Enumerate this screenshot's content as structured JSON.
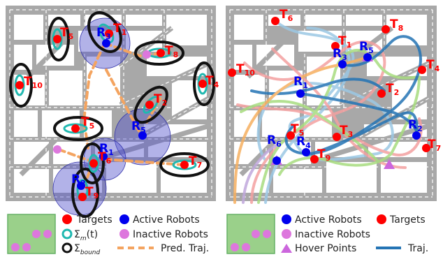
{
  "left_panel": {
    "targets": [
      {
        "id": "T",
        "sub": "5"
      },
      {
        "id": "T",
        "sub": "1"
      },
      {
        "id": "T",
        "sub": "8"
      },
      {
        "id": "T",
        "sub": "10"
      },
      {
        "id": "T",
        "sub": "4"
      },
      {
        "id": "T",
        "sub": "2"
      },
      {
        "id": "T",
        "sub": "5"
      },
      {
        "id": "T",
        "sub": "6"
      },
      {
        "id": "T",
        "sub": "7"
      },
      {
        "id": "T",
        "sub": "9"
      }
    ],
    "robots": [
      {
        "id": "R",
        "sub": "3"
      },
      {
        "id": "R",
        "sub": "5"
      },
      {
        "id": "R",
        "sub": "1"
      },
      {
        "id": "R",
        "sub": "2"
      }
    ],
    "legend": {
      "targets": "Targets",
      "active_robots": "Active Robots",
      "sigma_m": "Σ",
      "sigma_m_sub": "m",
      "sigma_m_arg": "(t)",
      "inactive_robots": "Inactive Robots",
      "sigma_bound": "Σ",
      "sigma_bound_sub": "bound",
      "pred_traj": "Pred. Traj."
    }
  },
  "right_panel": {
    "targets": [
      {
        "id": "T",
        "sub": "6"
      },
      {
        "id": "T",
        "sub": "8"
      },
      {
        "id": "T",
        "sub": "1"
      },
      {
        "id": "T",
        "sub": "10"
      },
      {
        "id": "T",
        "sub": "4"
      },
      {
        "id": "T",
        "sub": "2"
      },
      {
        "id": "T",
        "sub": "5"
      },
      {
        "id": "T",
        "sub": "3"
      },
      {
        "id": "T",
        "sub": "7"
      },
      {
        "id": "T",
        "sub": "9"
      }
    ],
    "robots": [
      {
        "id": "R",
        "sub": "5"
      },
      {
        "id": "R",
        "sub": "3"
      },
      {
        "id": "R",
        "sub": "1"
      },
      {
        "id": "R",
        "sub": "2"
      },
      {
        "id": "R",
        "sub": "6"
      },
      {
        "id": "R",
        "sub": "4"
      }
    ],
    "legend": {
      "active_robots": "Active Robots",
      "targets": "Targets",
      "inactive_robots": "Inactive Robots",
      "hover_points": "Hover Points",
      "traj": "Traj."
    }
  },
  "colors": {
    "road": "#a8a8a8",
    "target": "#ff0000",
    "robot": "#0000ee",
    "inactive": "#dd77dd",
    "teal": "#20b8b0",
    "bound": "#111111",
    "pred_traj": "#f4a460",
    "fov": "#6666cc",
    "depot": "#9ad08a"
  }
}
